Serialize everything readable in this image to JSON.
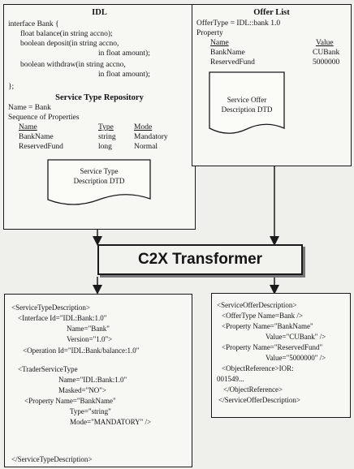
{
  "idl_box": {
    "title": "IDL",
    "lines": [
      "interface Bank {",
      "float balance(in string accno);",
      "boolean deposit(in string accno,",
      "in float amount);",
      "boolean withdraw(in string accno,",
      "in float amount);",
      "};"
    ],
    "repository_title": "Service Type Repository",
    "name_line": "Name = Bank",
    "sequence_label": "Sequence of Properties",
    "table_headers": [
      "Name",
      "Type",
      "Mode"
    ],
    "table_rows": [
      [
        "BankName",
        "string",
        "Mandatory"
      ],
      [
        "ReservedFund",
        "long",
        "Normal"
      ]
    ],
    "doc_label_1": "Service Type",
    "doc_label_2": "Description DTD"
  },
  "offer_box": {
    "title": "Offer List",
    "offer_type": "OfferType = IDL::bank 1.0",
    "property_label": "Property",
    "table_headers": [
      "Name",
      "Value"
    ],
    "table_rows": [
      [
        "BankName",
        "CUBank"
      ],
      [
        "ReservedFund",
        "5000000"
      ]
    ],
    "doc_label_1": "Service Offer",
    "doc_label_2": "Description DTD"
  },
  "transformer": {
    "label": "C2X Transformer"
  },
  "left_output": {
    "lines": [
      "<ServiceTypeDescription>",
      "<Interface Id=\"IDL:Bank:1.0\"",
      "Name=\"Bank\"",
      "Version=\"1.0\">",
      "<Operation Id=\"IDL:Bank/balance:1.0\"",
      "<TraderServiceType",
      "Name=\"IDL:Bank:1.0\"",
      "Masked=\"NO\">",
      "<Property Name=\"BankName\"",
      "Type=\"string\"",
      "Mode=\"MANDATORY\" />",
      "</ServiceTypeDescription>"
    ]
  },
  "right_output": {
    "lines": [
      "<ServiceOfferDescription>",
      "<OfferType Name=Bank />",
      "<Property Name=\"BankName\"",
      "Value=\"CUBank\" />",
      "<Property Name=\"ReservedFund\"",
      "Value=\"5000000\" />",
      "<ObjectReference>IOR:",
      "001549...",
      "</ObjectReference>",
      "</ServiceOfferDescription>"
    ]
  }
}
